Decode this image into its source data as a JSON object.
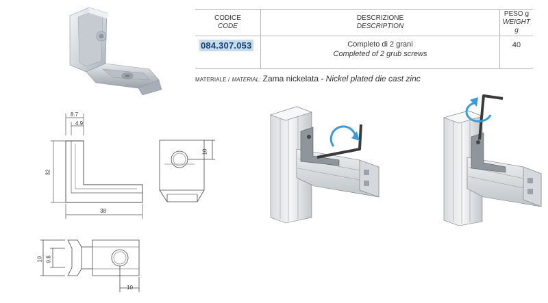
{
  "table": {
    "headers": {
      "code": {
        "it": "CODICE",
        "en": "CODE"
      },
      "description": {
        "it": "DESCRIZIONE",
        "en": "DESCRIPTION"
      },
      "weight": {
        "it": "PESO g",
        "en": "WEIGHT g"
      }
    },
    "row": {
      "code": "084.307.053",
      "description_it": "Completo di  2 grani",
      "description_en": "Completed of 2 grub screws",
      "weight": "40"
    }
  },
  "material": {
    "label_it": "MATERIALE /",
    "label_en": "MATERIAL:",
    "value_it": "Zama nickelata -",
    "value_en": "Nickel plated die cast zinc"
  },
  "drawing_dimensions": {
    "width_top": "8.7",
    "width_inner": "4.9",
    "height_side": "32",
    "length_bottom": "38",
    "hole_offset_front": "10",
    "height_bottom_view": "19",
    "inner_bottom_view": "9.8",
    "hole_offset_bottom": "10"
  },
  "colors": {
    "code_highlight": "#c6dcea",
    "code_text": "#1b3f78",
    "arrow": "#3b9ad8"
  }
}
